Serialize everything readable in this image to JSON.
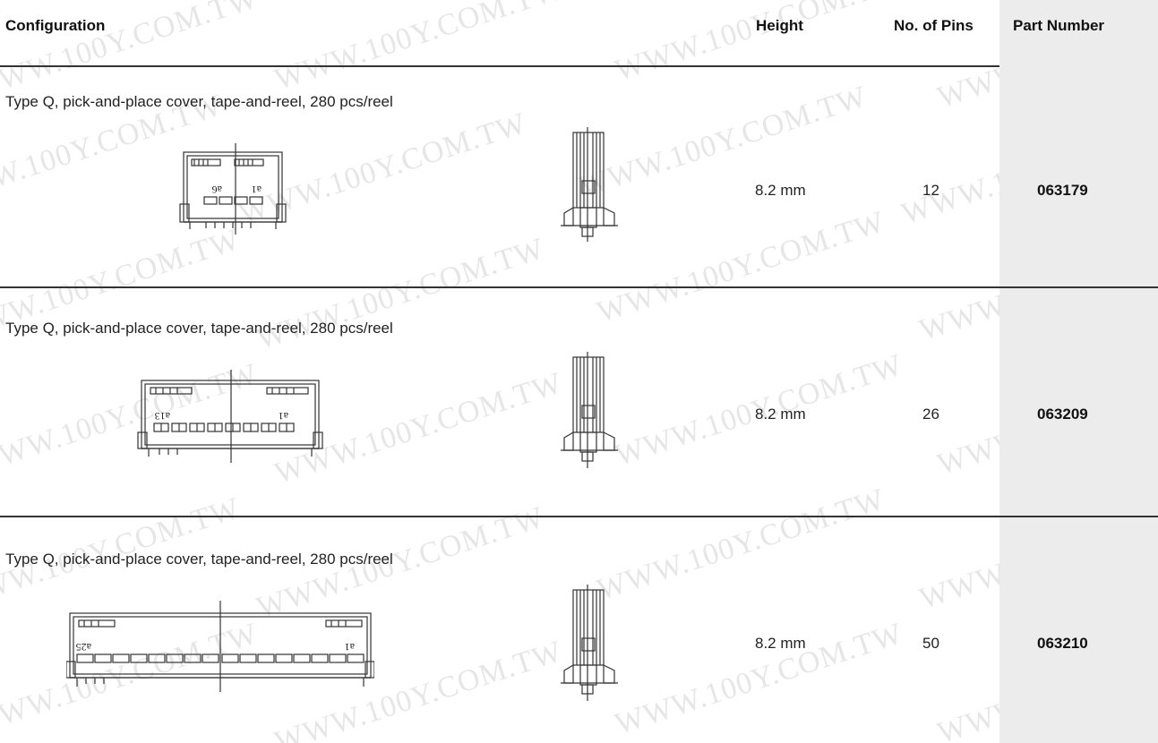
{
  "header": {
    "configuration": "Configuration",
    "height": "Height",
    "pins": "No. of Pins",
    "part_number": "Part Number"
  },
  "rows": [
    {
      "description": "Type Q, pick-and-place cover, tape-and-reel, 280 pcs/reel",
      "height": "8.2 mm",
      "pins": "12",
      "part_number": "063179",
      "front_label_left": "a6",
      "front_label_right": "a1"
    },
    {
      "description": "Type Q, pick-and-place cover, tape-and-reel, 280 pcs/reel",
      "height": "8.2 mm",
      "pins": "26",
      "part_number": "063209",
      "front_label_left": "a13",
      "front_label_right": "a1"
    },
    {
      "description": "Type Q, pick-and-place cover, tape-and-reel, 280 pcs/reel",
      "height": "8.2 mm",
      "pins": "50",
      "part_number": "063210",
      "front_label_left": "a25",
      "front_label_right": "a1"
    }
  ],
  "watermark": "WWW.100Y.COM.TW",
  "colors": {
    "part_column_bg": "#ececec",
    "rule": "#333333",
    "watermark": "#e6e6e6"
  }
}
